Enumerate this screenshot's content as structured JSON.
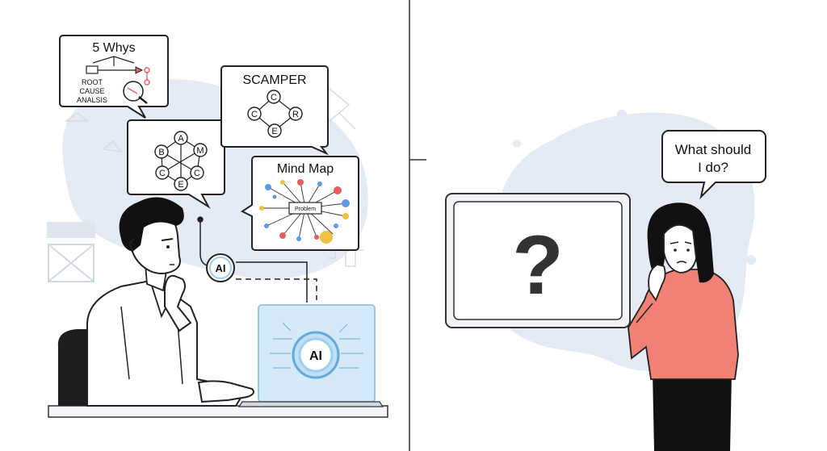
{
  "left_panel": {
    "bubble_5whys": {
      "title": "5 Whys",
      "line1": "ROOT",
      "line2": "CAUSE",
      "line3": "ANALSIS"
    },
    "bubble_network": {
      "nodes": [
        "A",
        "B",
        "M",
        "C",
        "E",
        "C"
      ]
    },
    "bubble_scamper": {
      "title": "SCAMPER",
      "nodes": [
        "C",
        "C",
        "R",
        "E"
      ]
    },
    "bubble_mindmap": {
      "title": "Mind Map",
      "center": "Problem"
    },
    "ai_badge_small": "AI",
    "ai_badge_laptop": "AI"
  },
  "right_panel": {
    "speech_line1": "What should",
    "speech_line2": "I do?",
    "screen_symbol": "?"
  },
  "colors": {
    "blob": "#e4ebf5",
    "ai_glow": "#9fd0f2",
    "shirt": "#f08174",
    "hair": "#111111",
    "mindmap_red": "#e85d5d",
    "mindmap_blue": "#5b9be6",
    "mindmap_yellow": "#f2c040"
  }
}
